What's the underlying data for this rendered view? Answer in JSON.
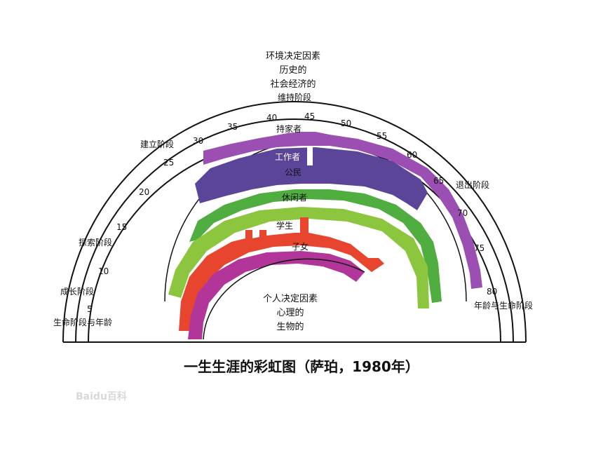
{
  "diagram": {
    "title": "一生生涯的彩虹图（萨珀，1980年）",
    "top_factors": [
      "环境决定因素",
      "历史的",
      "社会经济的"
    ],
    "bottom_factors": [
      "个人决定因素",
      "心理的",
      "生物的"
    ],
    "stages": {
      "maintenance": "维持阶段",
      "establishment": "建立阶段",
      "exploration": "探索阶段",
      "growth": "成长阶段",
      "decline": "退出阶段",
      "life_stage_and_age": "生命阶段与年龄",
      "age_and_life_stage": "年龄与生命阶段"
    },
    "ages": [
      "5",
      "10",
      "15",
      "20",
      "25",
      "30",
      "35",
      "40",
      "45",
      "50",
      "55",
      "60",
      "65",
      "70",
      "75",
      "80"
    ],
    "roles": [
      {
        "name": "持家者",
        "color": "#9b4fb3"
      },
      {
        "name": "工作者",
        "color": "#5a4599"
      },
      {
        "name": "公民",
        "color": "#4fae3f"
      },
      {
        "name": "休闲者",
        "color": "#8cc63f"
      },
      {
        "name": "学生",
        "color": "#e8452e"
      },
      {
        "name": "子女",
        "color": "#b2369a"
      }
    ],
    "watermark": "Baidu百科"
  }
}
